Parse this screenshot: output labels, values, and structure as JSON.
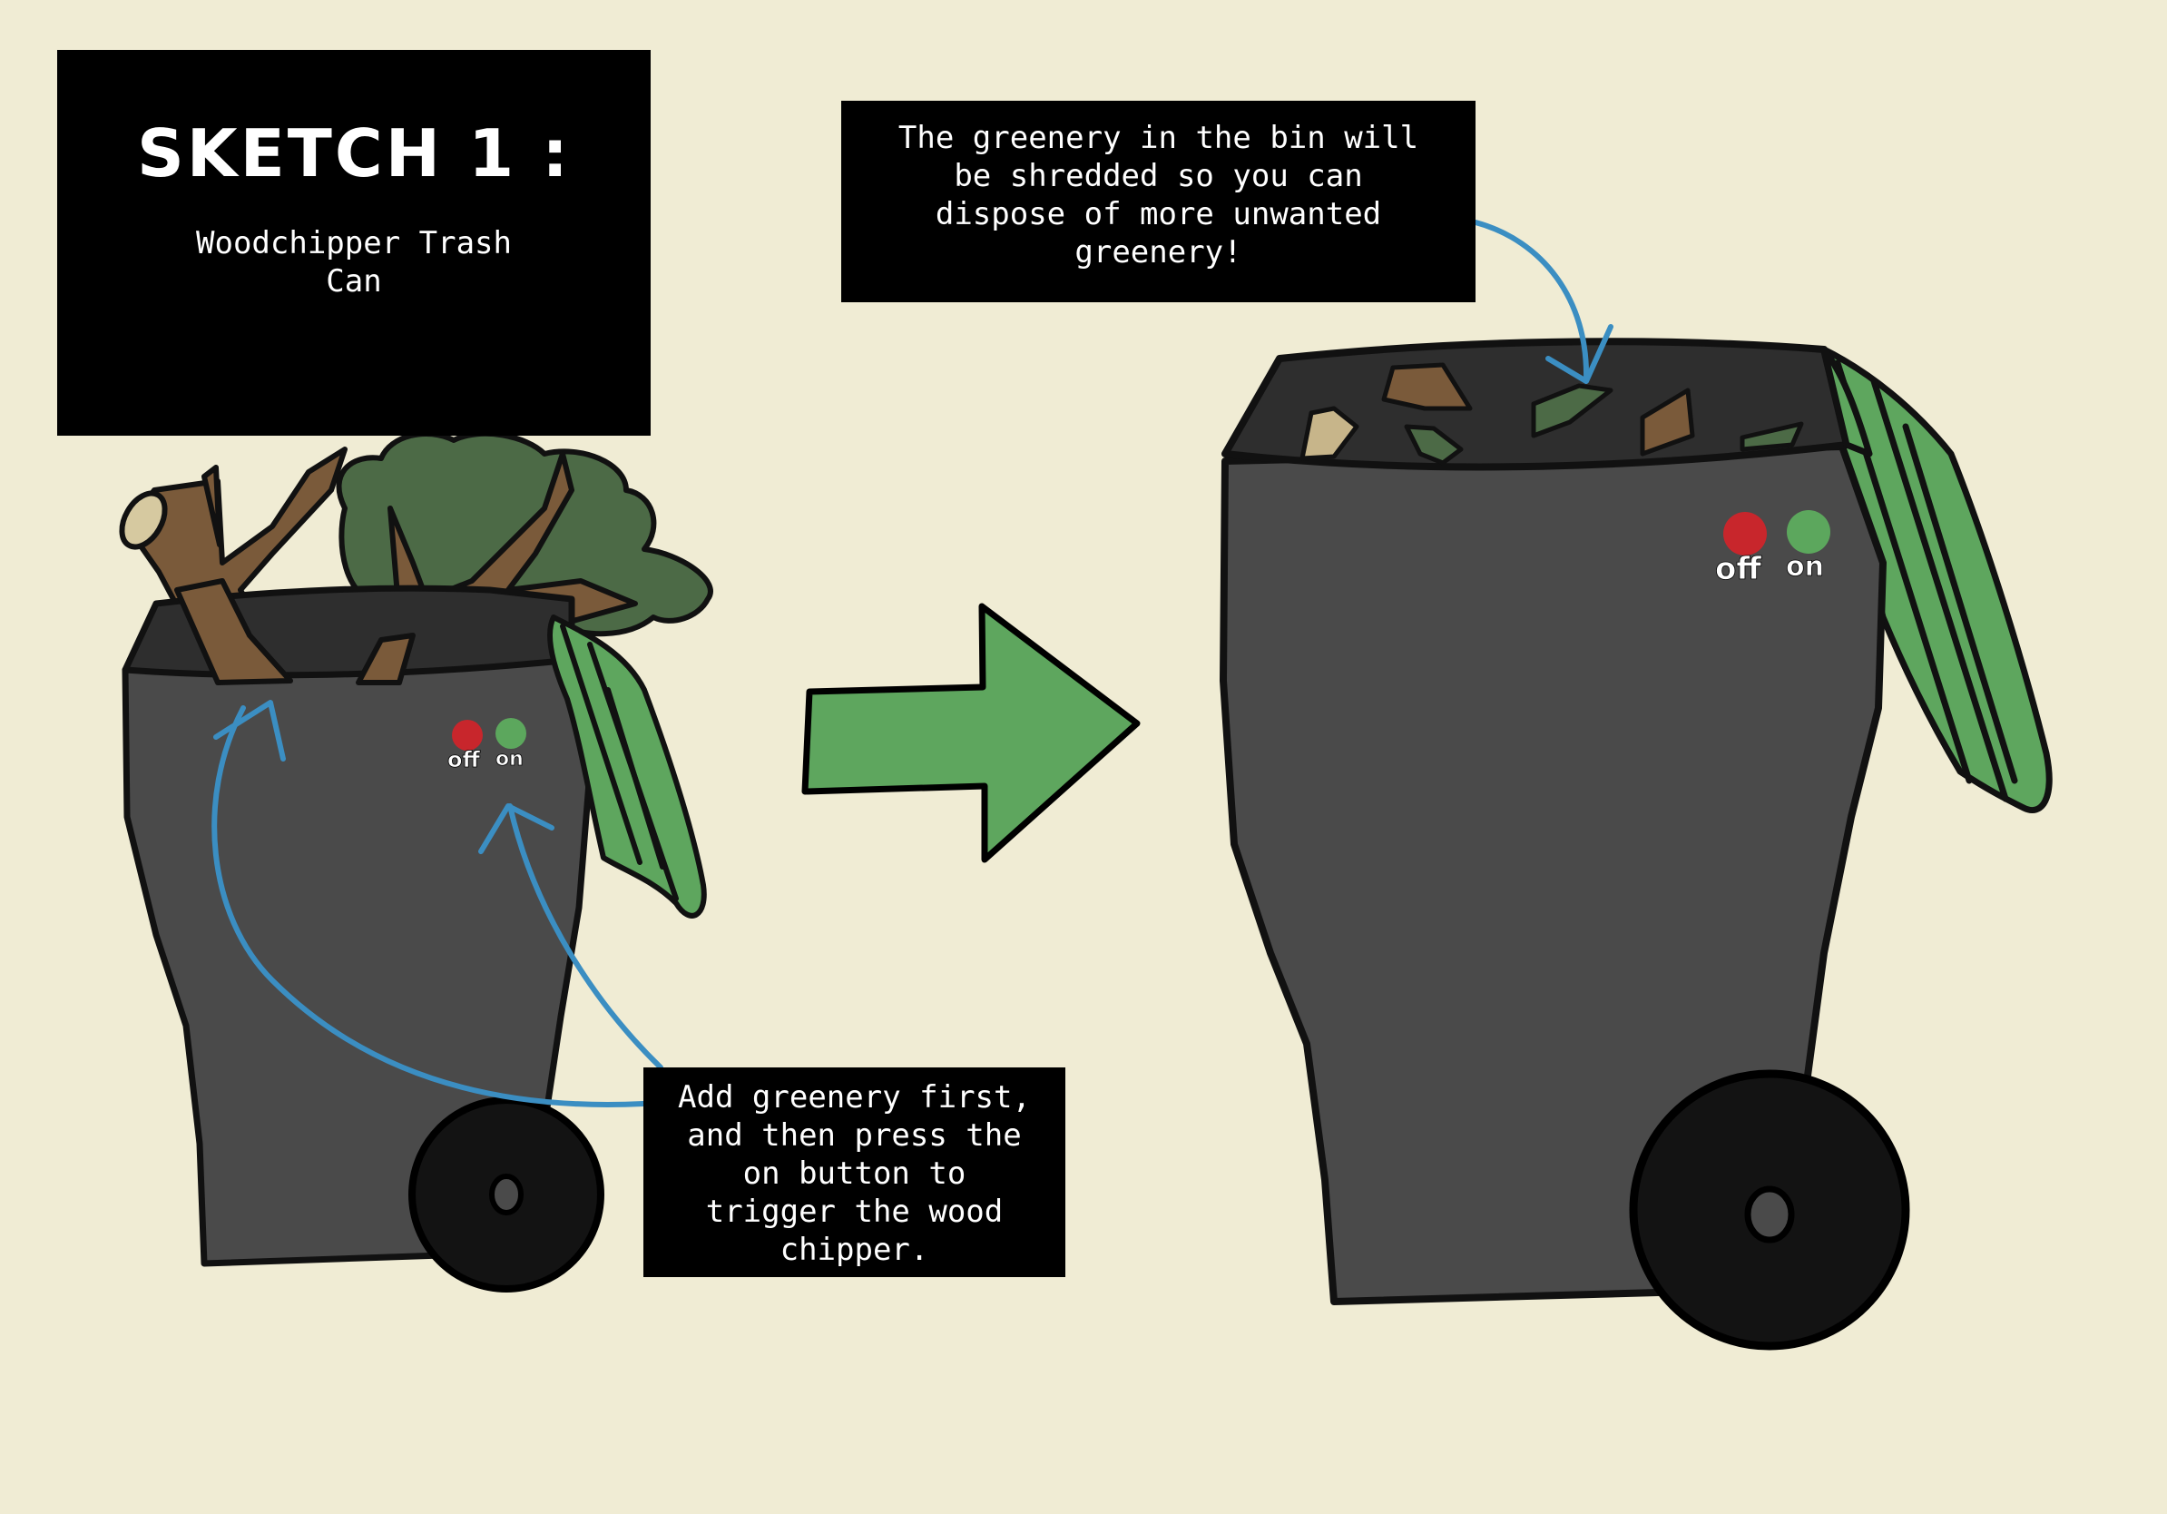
{
  "title": {
    "heading": "SKETCH 1 :",
    "subtitle": "Woodchipper Trash\nCan"
  },
  "notes": {
    "top": "The greenery in the bin will\nbe shredded so you can\ndispose of more unwanted\ngreenery!",
    "bottom": "Add greenery first,\nand then press the\non button to\ntrigger the wood\nchipper."
  },
  "buttons": {
    "off_label": "off",
    "on_label": "on",
    "off_color": "#c8262c",
    "on_color": "#5ca75d"
  },
  "colors": {
    "background": "#f0ecd4",
    "bin_body": "#4a4a4a",
    "bin_inside": "#2e2e2e",
    "wheel": "#131313",
    "branch": "#7a5a3a",
    "foliage": "#4c6a46",
    "leaf_green": "#5ea65e",
    "arrow_green": "#5ea65e",
    "annotation_arrow": "#3b8ec2",
    "label_box": "#000000"
  }
}
